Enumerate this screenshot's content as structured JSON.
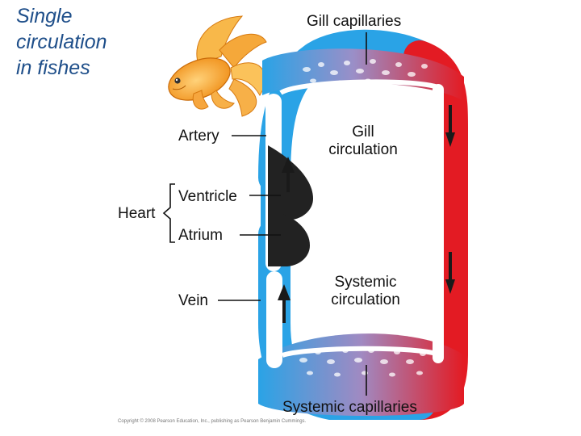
{
  "title": "Single\ncirculation\nin fishes",
  "labels": {
    "gill_capillaries": "Gill capillaries",
    "gill_circulation": "Gill\ncirculation",
    "artery": "Artery",
    "heart": "Heart",
    "ventricle": "Ventricle",
    "atrium": "Atrium",
    "vein": "Vein",
    "systemic_circulation": "Systemic\ncirculation",
    "systemic_capillaries": "Systemic capillaries"
  },
  "copyright": "Copyright © 2008 Pearson Education, Inc., publishing as Pearson Benjamin Cummings.",
  "colors": {
    "oxygen_poor": "#2aa3e6",
    "oxygen_rich": "#e31b23",
    "heart": "#222222",
    "title": "#1f4f8a"
  },
  "icons": [
    "goldfish-illustration",
    "flow-arrow"
  ]
}
